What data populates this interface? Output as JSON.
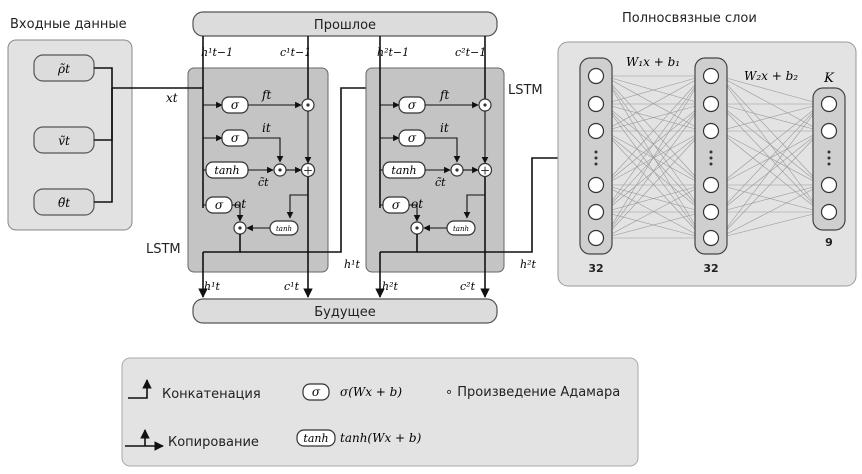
{
  "input_panel": {
    "title": "Входные данные",
    "inputs": [
      "ρ̃t",
      "ṽt",
      "θ̃t"
    ]
  },
  "past_label": "Прошлое",
  "future_label": "Будущее",
  "fc_title": "Полносвязные слои",
  "x_label": "xt",
  "lstm_label": "LSTM",
  "lstm1": {
    "h_prev": "h¹t−1",
    "c_prev": "c¹t−1",
    "f": "ft",
    "i": "it",
    "o": "ot",
    "c_tilde": "c̃t",
    "h_out": "h¹t",
    "c_out": "c¹t",
    "h_side": "h¹t"
  },
  "lstm2": {
    "h_prev": "h²t−1",
    "c_prev": "c²t−1",
    "f": "ft",
    "i": "it",
    "o": "ot",
    "c_tilde": "c̃t",
    "h_out": "h²t",
    "c_out": "c²t",
    "h_side": "h²t"
  },
  "gate_labels": {
    "sigma": "σ",
    "tanh": "tanh",
    "tanh_small": "tanh"
  },
  "fc": {
    "w1": "W₁x + b₁",
    "w2": "W₂x + b₂",
    "k": "K",
    "sizes": [
      "32",
      "32",
      "9"
    ]
  },
  "legend": {
    "concat": "Конкатенация",
    "copy": "Копирование",
    "sigma_symbol": "σ",
    "sigma_formula": "σ(Wx + b)",
    "tanh_symbol": "tanh",
    "tanh_formula": "tanh(Wx + b)",
    "hadamard": "∘ Произведение Адамара"
  }
}
